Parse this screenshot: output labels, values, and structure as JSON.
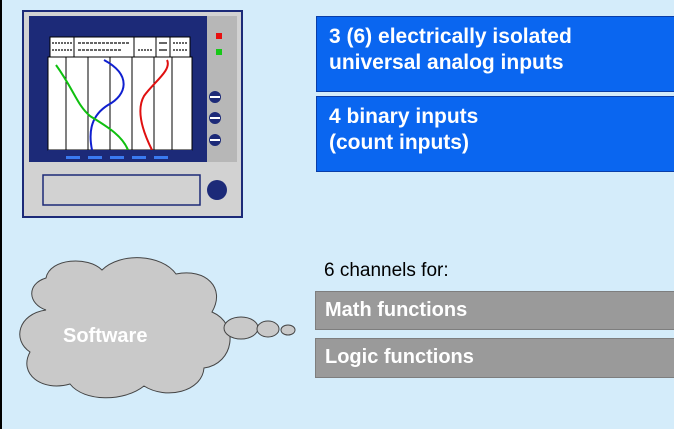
{
  "inputs": {
    "analog": {
      "line1": "3 (6) electrically isolated",
      "line2": "universal analog inputs"
    },
    "binary": {
      "line1": "4 binary inputs",
      "line2": "(count inputs)"
    }
  },
  "channels": {
    "label": "6 channels for:",
    "items": [
      {
        "label": "Math functions"
      },
      {
        "label": "Logic functions"
      }
    ]
  },
  "software": {
    "label": "Software"
  },
  "colors": {
    "background": "#d4ecfa",
    "input_box": "#0a66f0",
    "function_box": "#9a9a9a",
    "device_frame": "#1c2a78",
    "cloud": "#c9c9c9"
  },
  "icons": [
    "recorder-device-icon",
    "software-cloud-icon"
  ]
}
